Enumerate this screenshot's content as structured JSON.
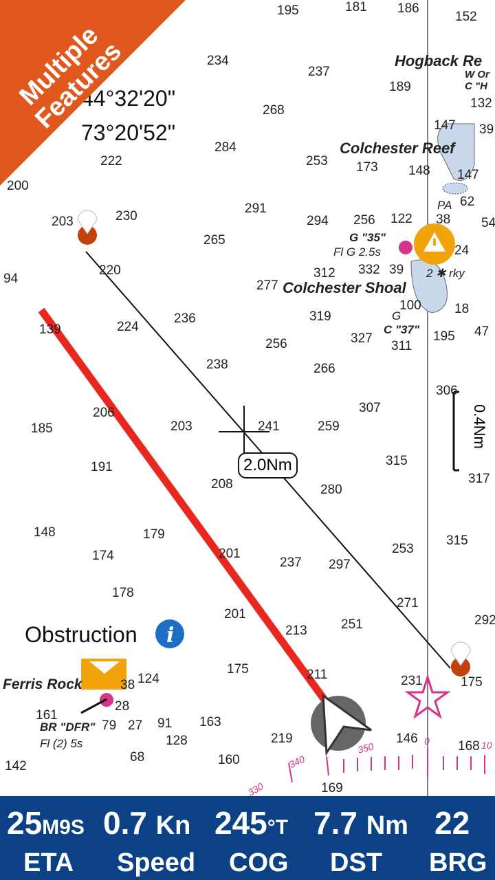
{
  "chart": {
    "soundings": [
      "195",
      "181",
      "186",
      "152",
      "234",
      "237",
      "189",
      "268",
      "147",
      "284",
      "222",
      "253",
      "173",
      "148",
      "147",
      "62",
      "200",
      "203",
      "230",
      "291",
      "294",
      "256",
      "122",
      "38",
      "54",
      "265",
      "220",
      "312",
      "332",
      "39",
      "24",
      "94",
      "277",
      "100",
      "18",
      "319",
      "327",
      "311",
      "195",
      "47",
      "224",
      "236",
      "139",
      "256",
      "238",
      "266",
      "307",
      "306",
      "185",
      "206",
      "203",
      "241",
      "259",
      "315",
      "317",
      "191",
      "208",
      "280",
      "148",
      "179",
      "174",
      "201",
      "237",
      "297",
      "253",
      "315",
      "178",
      "271",
      "201",
      "213",
      "251",
      "292",
      "175",
      "211",
      "231",
      "175",
      "124",
      "38",
      "28",
      "161",
      "79",
      "27",
      "91",
      "163",
      "128",
      "219",
      "146",
      "168",
      "68",
      "160",
      "142",
      "169",
      "132",
      "39"
    ],
    "labels": {
      "hogback": "Hogback Re",
      "w_or": "W Or",
      "c_h": "C \"H",
      "colchester_reef": "Colchester Reef",
      "pa": "PA",
      "g35": "G \"35\"",
      "flg": "Fl G 2.5s",
      "colchester_shoal": "Colchester Shoal",
      "g": "G",
      "c37": "C \"37\"",
      "rky": "2 ✱ rky",
      "ferris": "Ferris Rock",
      "br_dfr": "BR \"DFR\"",
      "fl2": "Fl (2) 5s"
    },
    "compass": {
      "t340": "340",
      "t350": "350",
      "t0": "0",
      "t10": "10",
      "t330": "330"
    }
  },
  "coords": {
    "lat": "44°32'20\"",
    "lon": "73°20'52\""
  },
  "banner": "Multiple Features",
  "route": {
    "distance": "2.0Nm"
  },
  "scale": "0.4Nm",
  "obstruction": "Obstruction",
  "colors": {
    "banner": "#e0581d",
    "bar": "#0c4285",
    "track": "#e8281e",
    "marker": "#c2410c",
    "magenta": "#d6338a"
  },
  "bar": {
    "eta": {
      "value": "25",
      "unit": "M9S",
      "label": "ETA"
    },
    "speed": {
      "value": "0.7",
      "unit": "Kn",
      "label": "Speed"
    },
    "cog": {
      "value": "245",
      "unit": "°T",
      "label": "COG"
    },
    "dst": {
      "value": "7.7",
      "unit": "Nm",
      "label": "DST"
    },
    "brg": {
      "value": "22",
      "label": "BRG"
    }
  }
}
